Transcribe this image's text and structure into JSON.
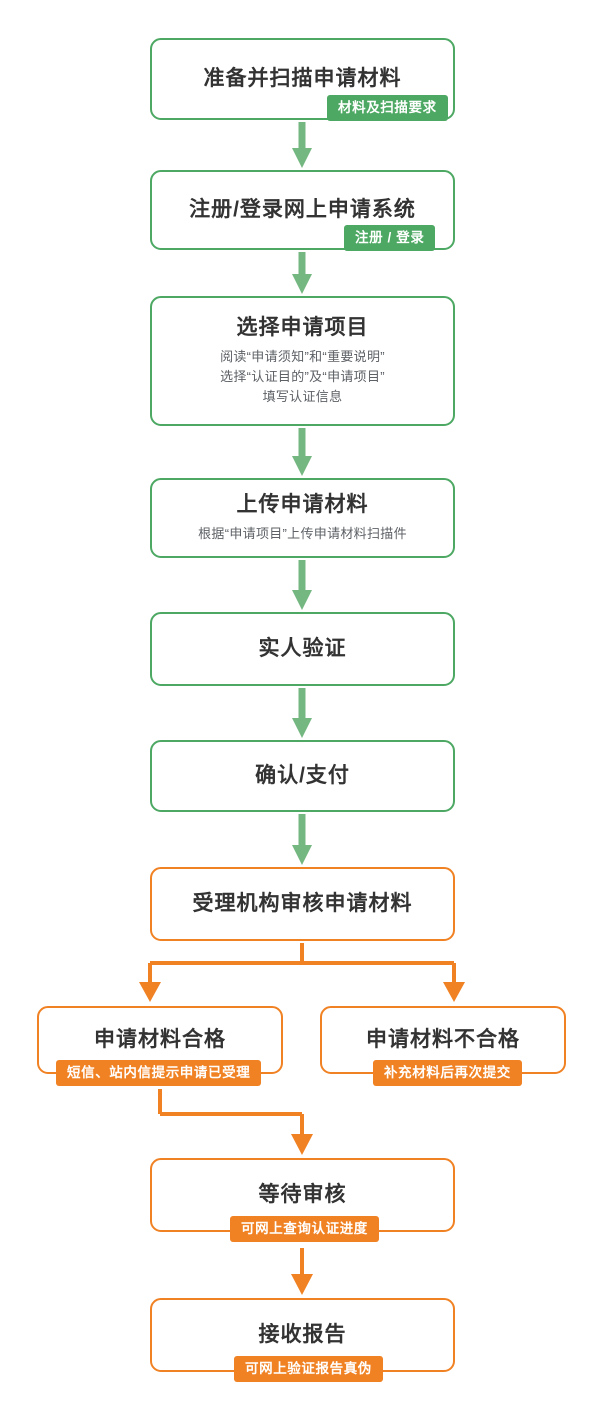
{
  "colors": {
    "green": "#4ca862",
    "orange": "#f08224",
    "title_text": "#333333",
    "sub_text": "#5d6166",
    "background": "#ffffff"
  },
  "flowchart": {
    "type": "flowchart",
    "orientation": "top-to-bottom",
    "nodes": [
      {
        "id": "n1",
        "title": "准备并扫描申请材料",
        "sub_lines": [],
        "badge": "材料及扫描要求",
        "color": "green"
      },
      {
        "id": "n2",
        "title": "注册/登录网上申请系统",
        "sub_lines": [],
        "badge": "注册 / 登录",
        "color": "green"
      },
      {
        "id": "n3",
        "title": "选择申请项目",
        "sub_lines": [
          "阅读“申请须知”和“重要说明”",
          "选择“认证目的”及“申请项目”",
          "填写认证信息"
        ],
        "badge": null,
        "color": "green"
      },
      {
        "id": "n4",
        "title": "上传申请材料",
        "sub_lines": [
          "根据“申请项目”上传申请材料扫描件"
        ],
        "badge": null,
        "color": "green"
      },
      {
        "id": "n5",
        "title": "实人验证",
        "sub_lines": [],
        "badge": null,
        "color": "green"
      },
      {
        "id": "n6",
        "title": "确认/支付",
        "sub_lines": [],
        "badge": null,
        "color": "green"
      },
      {
        "id": "n7",
        "title": "受理机构审核申请材料",
        "sub_lines": [],
        "badge": null,
        "color": "orange"
      },
      {
        "id": "n8",
        "title": "申请材料合格",
        "sub_lines": [],
        "badge": "短信、站内信提示申请已受理",
        "color": "orange"
      },
      {
        "id": "n9",
        "title": "申请材料不合格",
        "sub_lines": [],
        "badge": "补充材料后再次提交",
        "color": "orange"
      },
      {
        "id": "n10",
        "title": "等待审核",
        "sub_lines": [],
        "badge": "可网上查询认证进度",
        "color": "orange"
      },
      {
        "id": "n11",
        "title": "接收报告",
        "sub_lines": [],
        "badge": "可网上验证报告真伪",
        "color": "orange"
      }
    ],
    "edges": [
      {
        "from": "n1",
        "to": "n2",
        "style": "arrow-down",
        "color": "green"
      },
      {
        "from": "n2",
        "to": "n3",
        "style": "arrow-down",
        "color": "green"
      },
      {
        "from": "n3",
        "to": "n4",
        "style": "arrow-down",
        "color": "green"
      },
      {
        "from": "n4",
        "to": "n5",
        "style": "arrow-down",
        "color": "green"
      },
      {
        "from": "n5",
        "to": "n6",
        "style": "arrow-down",
        "color": "green"
      },
      {
        "from": "n6",
        "to": "n7",
        "style": "arrow-down",
        "color": "green"
      },
      {
        "from": "n7",
        "to": "n8",
        "style": "split-left",
        "color": "orange"
      },
      {
        "from": "n7",
        "to": "n9",
        "style": "split-right",
        "color": "orange"
      },
      {
        "from": "n8",
        "to": "n10",
        "style": "elbow-right",
        "color": "orange"
      },
      {
        "from": "n10",
        "to": "n11",
        "style": "arrow-down",
        "color": "orange"
      }
    ]
  }
}
